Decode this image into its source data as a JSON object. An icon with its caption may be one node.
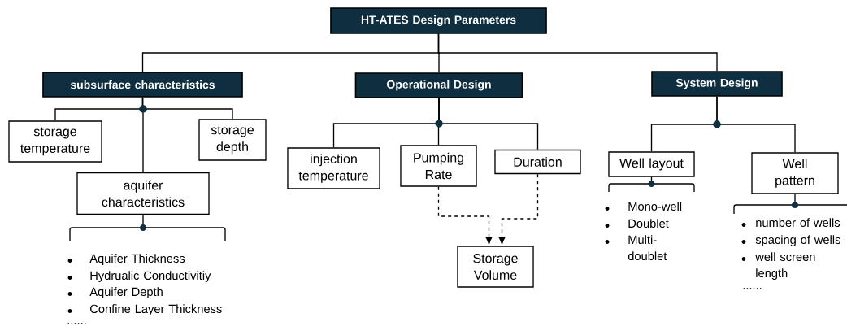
{
  "diagram": {
    "nodes": [
      {
        "text": [
          "HT-ATES Design Parameters"
        ]
      },
      {
        "text": [
          "subsurface characteristics"
        ]
      },
      {
        "text": [
          "Operational Design"
        ]
      },
      {
        "text": [
          "System Design"
        ]
      },
      {
        "text": [
          "storage temperature"
        ]
      },
      {
        "text": [
          "storage depth"
        ]
      },
      {
        "text": [
          "aquifer characteristics"
        ],
        "beside": [
          "Aquifer Thickness",
          "Hydrualic Conductivitiy",
          "Aquifer Depth",
          "Confine Layer Thickness"
        ]
      },
      {
        "text": [
          "injection temperature"
        ]
      },
      {
        "text": [
          "Pumping Rate"
        ]
      },
      {
        "text": [
          "Duration"
        ]
      },
      {
        "text": [
          "Storage Volume"
        ]
      },
      {
        "text": [
          "Well layout"
        ],
        "beside": [
          "Mono-well",
          "Doublet",
          "Multi-doublet"
        ]
      },
      {
        "text": [
          "Well pattern"
        ],
        "beside": [
          "number of wells",
          "spacing of wells",
          "well screen length"
        ]
      }
    ],
    "edges": [
      {
        "from": 0,
        "to": 1,
        "arrow": "none"
      },
      {
        "from": 0,
        "to": 2,
        "arrow": "none"
      },
      {
        "from": 0,
        "to": 3,
        "arrow": "none"
      },
      {
        "from": 1,
        "to": 4,
        "arrow": "none"
      },
      {
        "from": 1,
        "to": 5,
        "arrow": "none"
      },
      {
        "from": 1,
        "to": 6,
        "arrow": "none"
      },
      {
        "from": 2,
        "to": 7,
        "arrow": "none"
      },
      {
        "from": 2,
        "to": 8,
        "arrow": "none"
      },
      {
        "from": 2,
        "to": 9,
        "arrow": "none"
      },
      {
        "from": 3,
        "to": 11,
        "arrow": "none"
      },
      {
        "from": 3,
        "to": 12,
        "arrow": "none"
      },
      {
        "from": 8,
        "to": 10,
        "arrow": "to",
        "style": "dashed"
      },
      {
        "from": 9,
        "to": 10,
        "arrow": "to",
        "style": "dashed"
      }
    ],
    "labels": [
      "......",
      "......"
    ]
  }
}
